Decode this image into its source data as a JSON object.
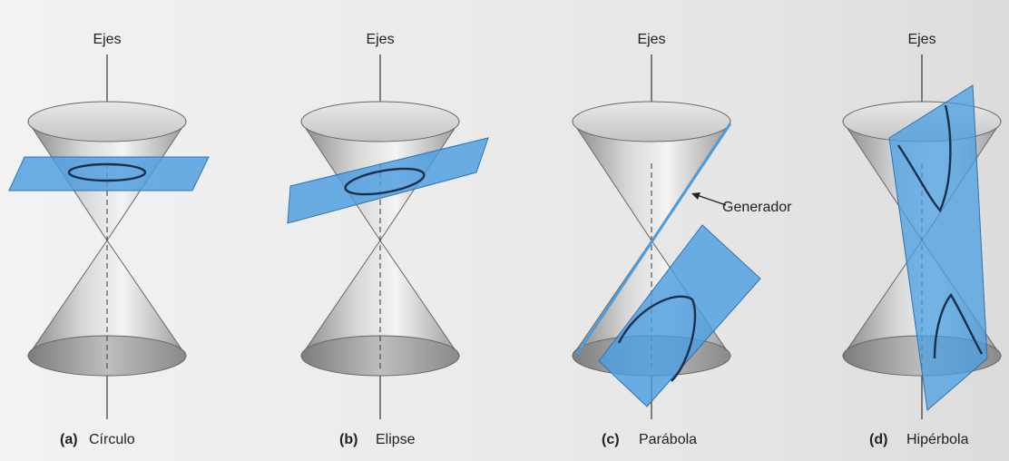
{
  "axis_label": "Ejes",
  "generator_label": "Generador",
  "panels": [
    {
      "letter": "(a)",
      "name": "Círculo"
    },
    {
      "letter": "(b)",
      "name": "Elipse"
    },
    {
      "letter": "(c)",
      "name": "Parábola"
    },
    {
      "letter": "(d)",
      "name": "Hipérbola"
    }
  ],
  "colors": {
    "plane": "#4a9ee0",
    "cone_light": "#f2f2f2",
    "cone_dark": "#7a7a7a",
    "curve": "#1a2f4a"
  }
}
